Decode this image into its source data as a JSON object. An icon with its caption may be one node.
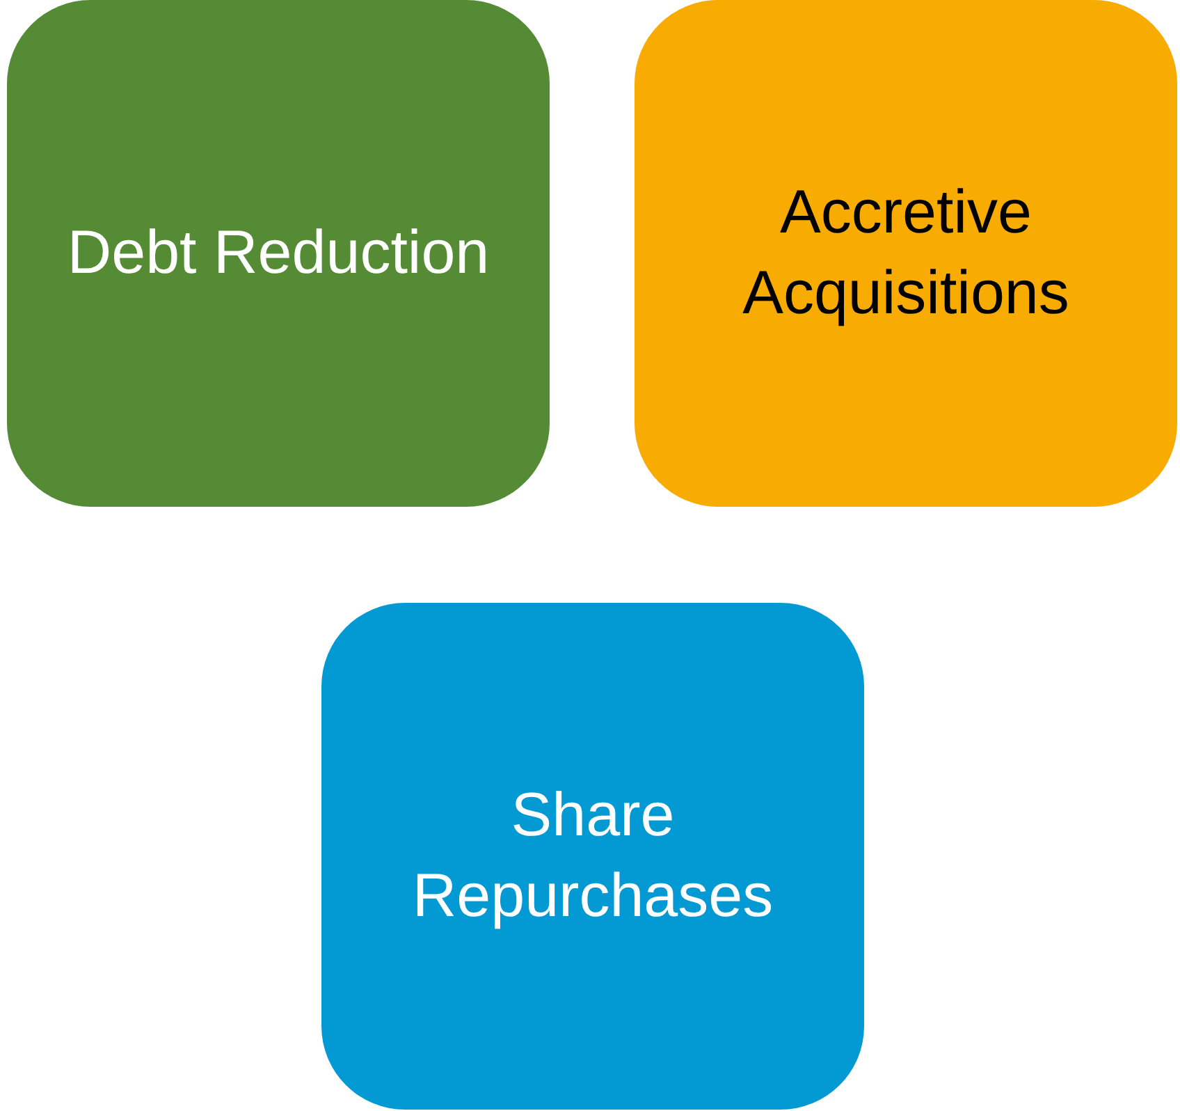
{
  "diagram": {
    "nodes": [
      {
        "text": [
          "Debt Reduction"
        ]
      },
      {
        "text": [
          "Accretive Acquisitions"
        ]
      },
      {
        "text": [
          "Share Repurchases"
        ]
      }
    ]
  }
}
